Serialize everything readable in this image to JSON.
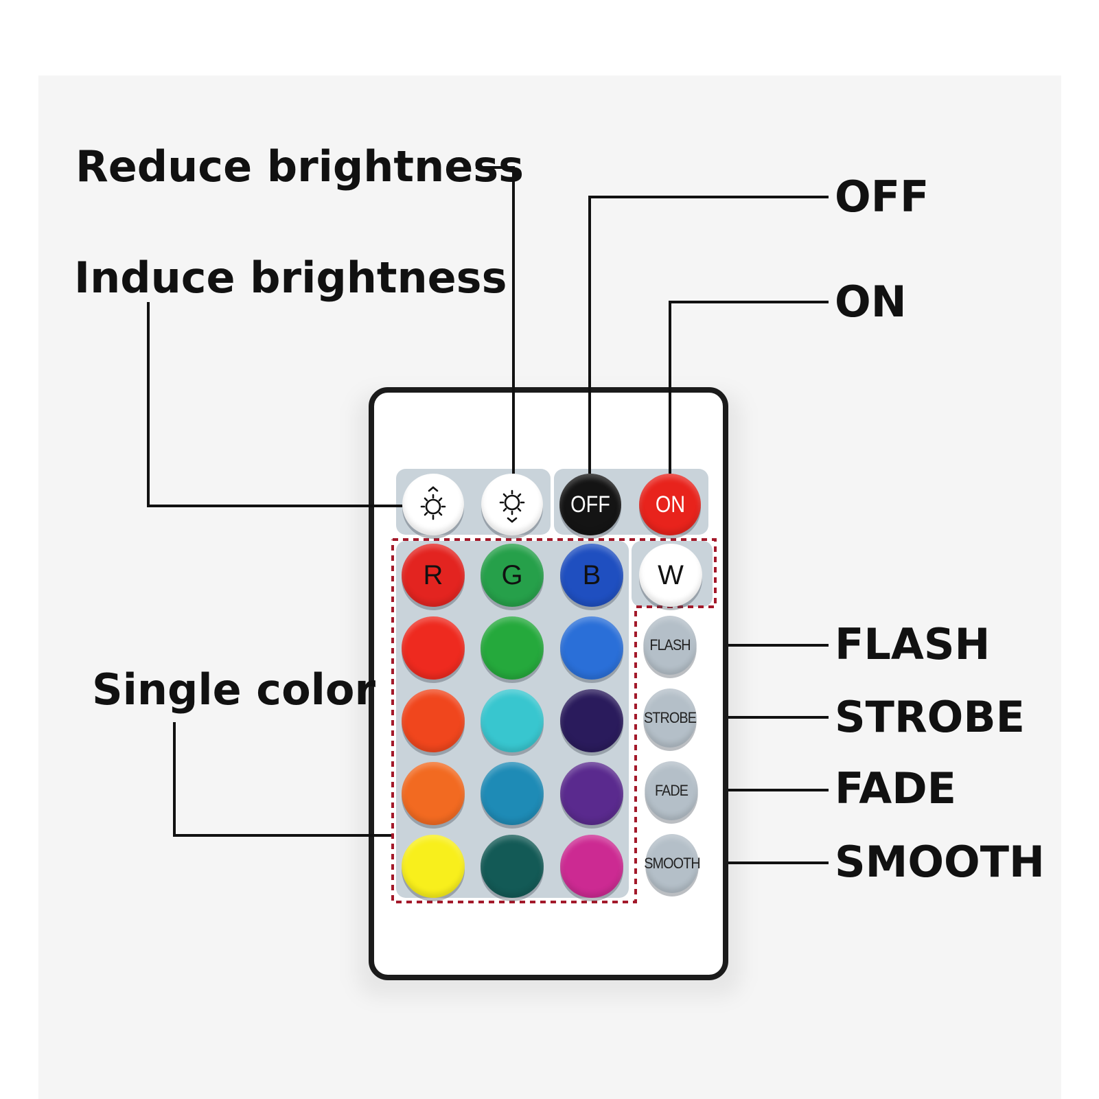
{
  "labels": {
    "reduce_brightness": "Reduce brightness",
    "induce_brightness": "Induce brightness",
    "off": "OFF",
    "on": "ON",
    "single_color": "Single color",
    "flash": "FLASH",
    "strobe": "STROBE",
    "fade": "FADE",
    "smooth": "SMOOTH"
  },
  "remote": {
    "top_buttons": {
      "off_label": "OFF",
      "on_label": "ON",
      "off_color": "#141414",
      "on_color": "#e8231c"
    },
    "rgbw": {
      "r": "R",
      "g": "G",
      "b": "B",
      "w": "W",
      "r_color": "#e32420",
      "g_color": "#26a04a",
      "b_color": "#1f4fc0",
      "w_color": "#ffffff"
    },
    "color_grid": [
      [
        "#ee2a1f",
        "#25a93c",
        "#2a6fd8"
      ],
      [
        "#f0461d",
        "#38c6cf",
        "#2a1b5c"
      ],
      [
        "#f26a21",
        "#1e8bb6",
        "#5a2a8e"
      ],
      [
        "#f8ef1c",
        "#135a56",
        "#cc2a92"
      ]
    ],
    "modes": {
      "flash": "FLASH",
      "strobe": "STROBE",
      "fade": "FADE",
      "smooth": "SMOOTH"
    },
    "dash_color": "#a3192a"
  }
}
